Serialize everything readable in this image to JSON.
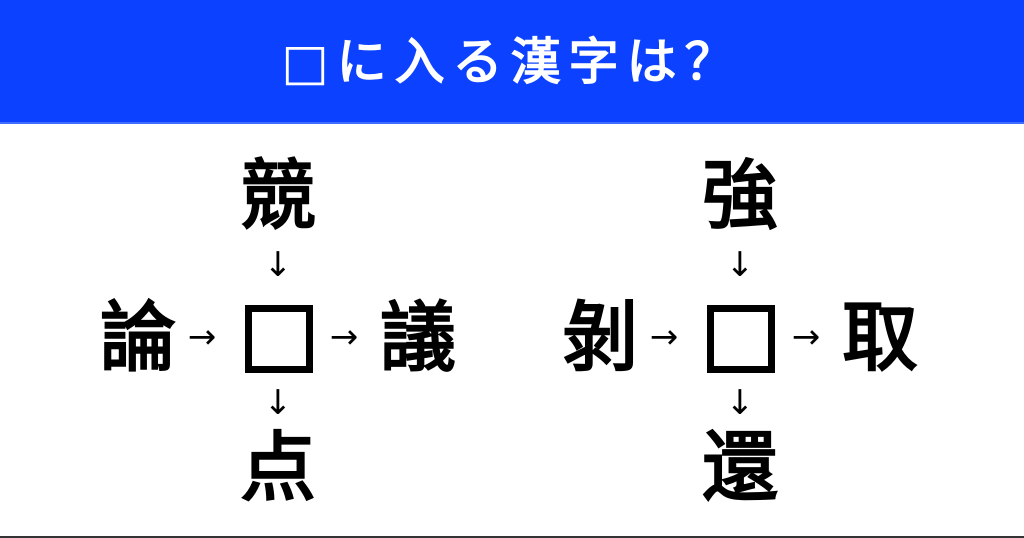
{
  "banner": {
    "title": "□に入る漢字は？",
    "background_color": "#0b41ff",
    "text_color": "#ffffff"
  },
  "puzzles": [
    {
      "top": "競",
      "left": "論",
      "right": "議",
      "bottom": "点",
      "center_placeholder": "□",
      "arrows": {
        "down": "↓",
        "right": "→"
      }
    },
    {
      "top": "強",
      "left": "剝",
      "right": "取",
      "bottom": "還",
      "center_placeholder": "□",
      "arrows": {
        "down": "↓",
        "right": "→"
      }
    }
  ]
}
